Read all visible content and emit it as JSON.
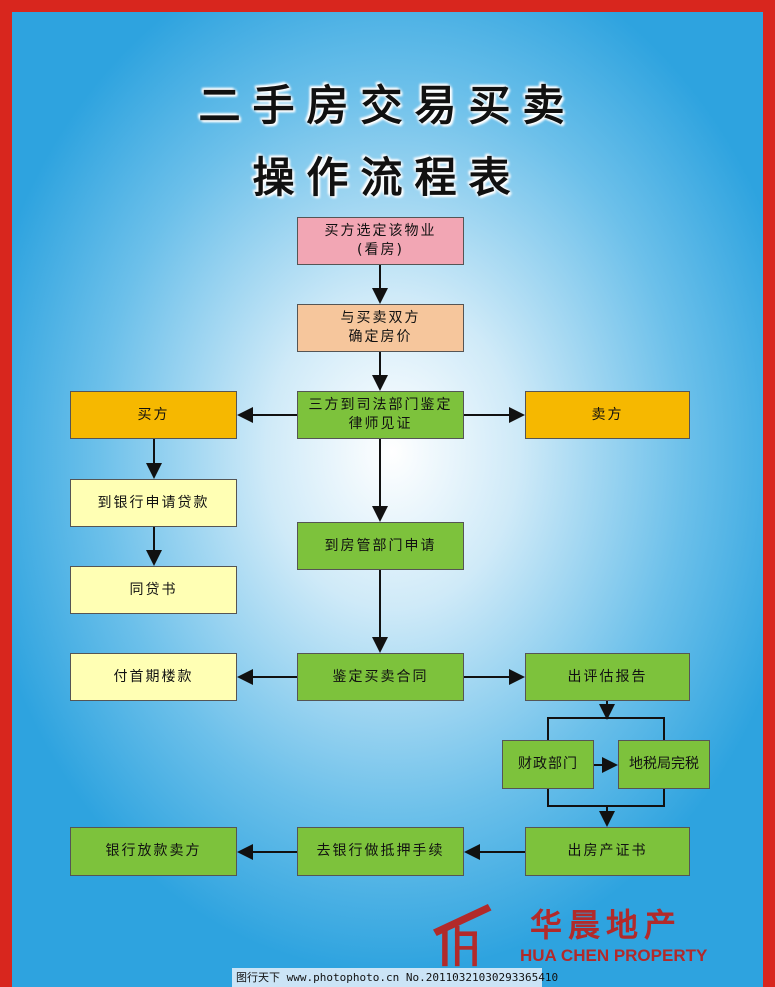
{
  "title": {
    "line1": "二手房交易买卖",
    "line2": "操作流程表"
  },
  "steps": {
    "select": "买方选定该物业\n(看房)",
    "price": "与买卖双方\n确定房价",
    "judicial": "三方到司法部门鉴定\n律师见证",
    "buyer": "买方",
    "seller": "卖方",
    "loan_apply": "到银行申请贷款",
    "loan_approval": "同贷书",
    "housing_dept": "到房管部门申请",
    "down_payment": "付首期楼款",
    "contract": "鉴定买卖合同",
    "appraisal": "出评估报告",
    "finance": "财政部门",
    "tax": "地税局完税",
    "certificate": "出房产证书",
    "mortgage": "去银行做抵押手续",
    "release": "银行放款卖方"
  },
  "logo": {
    "cn": "华晨地产",
    "en": "HUA CHEN PROPERTY"
  },
  "watermark": "图行天下 www.photophoto.cn  No.20110321030293365410",
  "colors": {
    "border": "#d8261e",
    "green": "#7dc23c",
    "orange": "#f6b800",
    "yellow": "#ffffb4",
    "logo": "#b22a2a"
  }
}
